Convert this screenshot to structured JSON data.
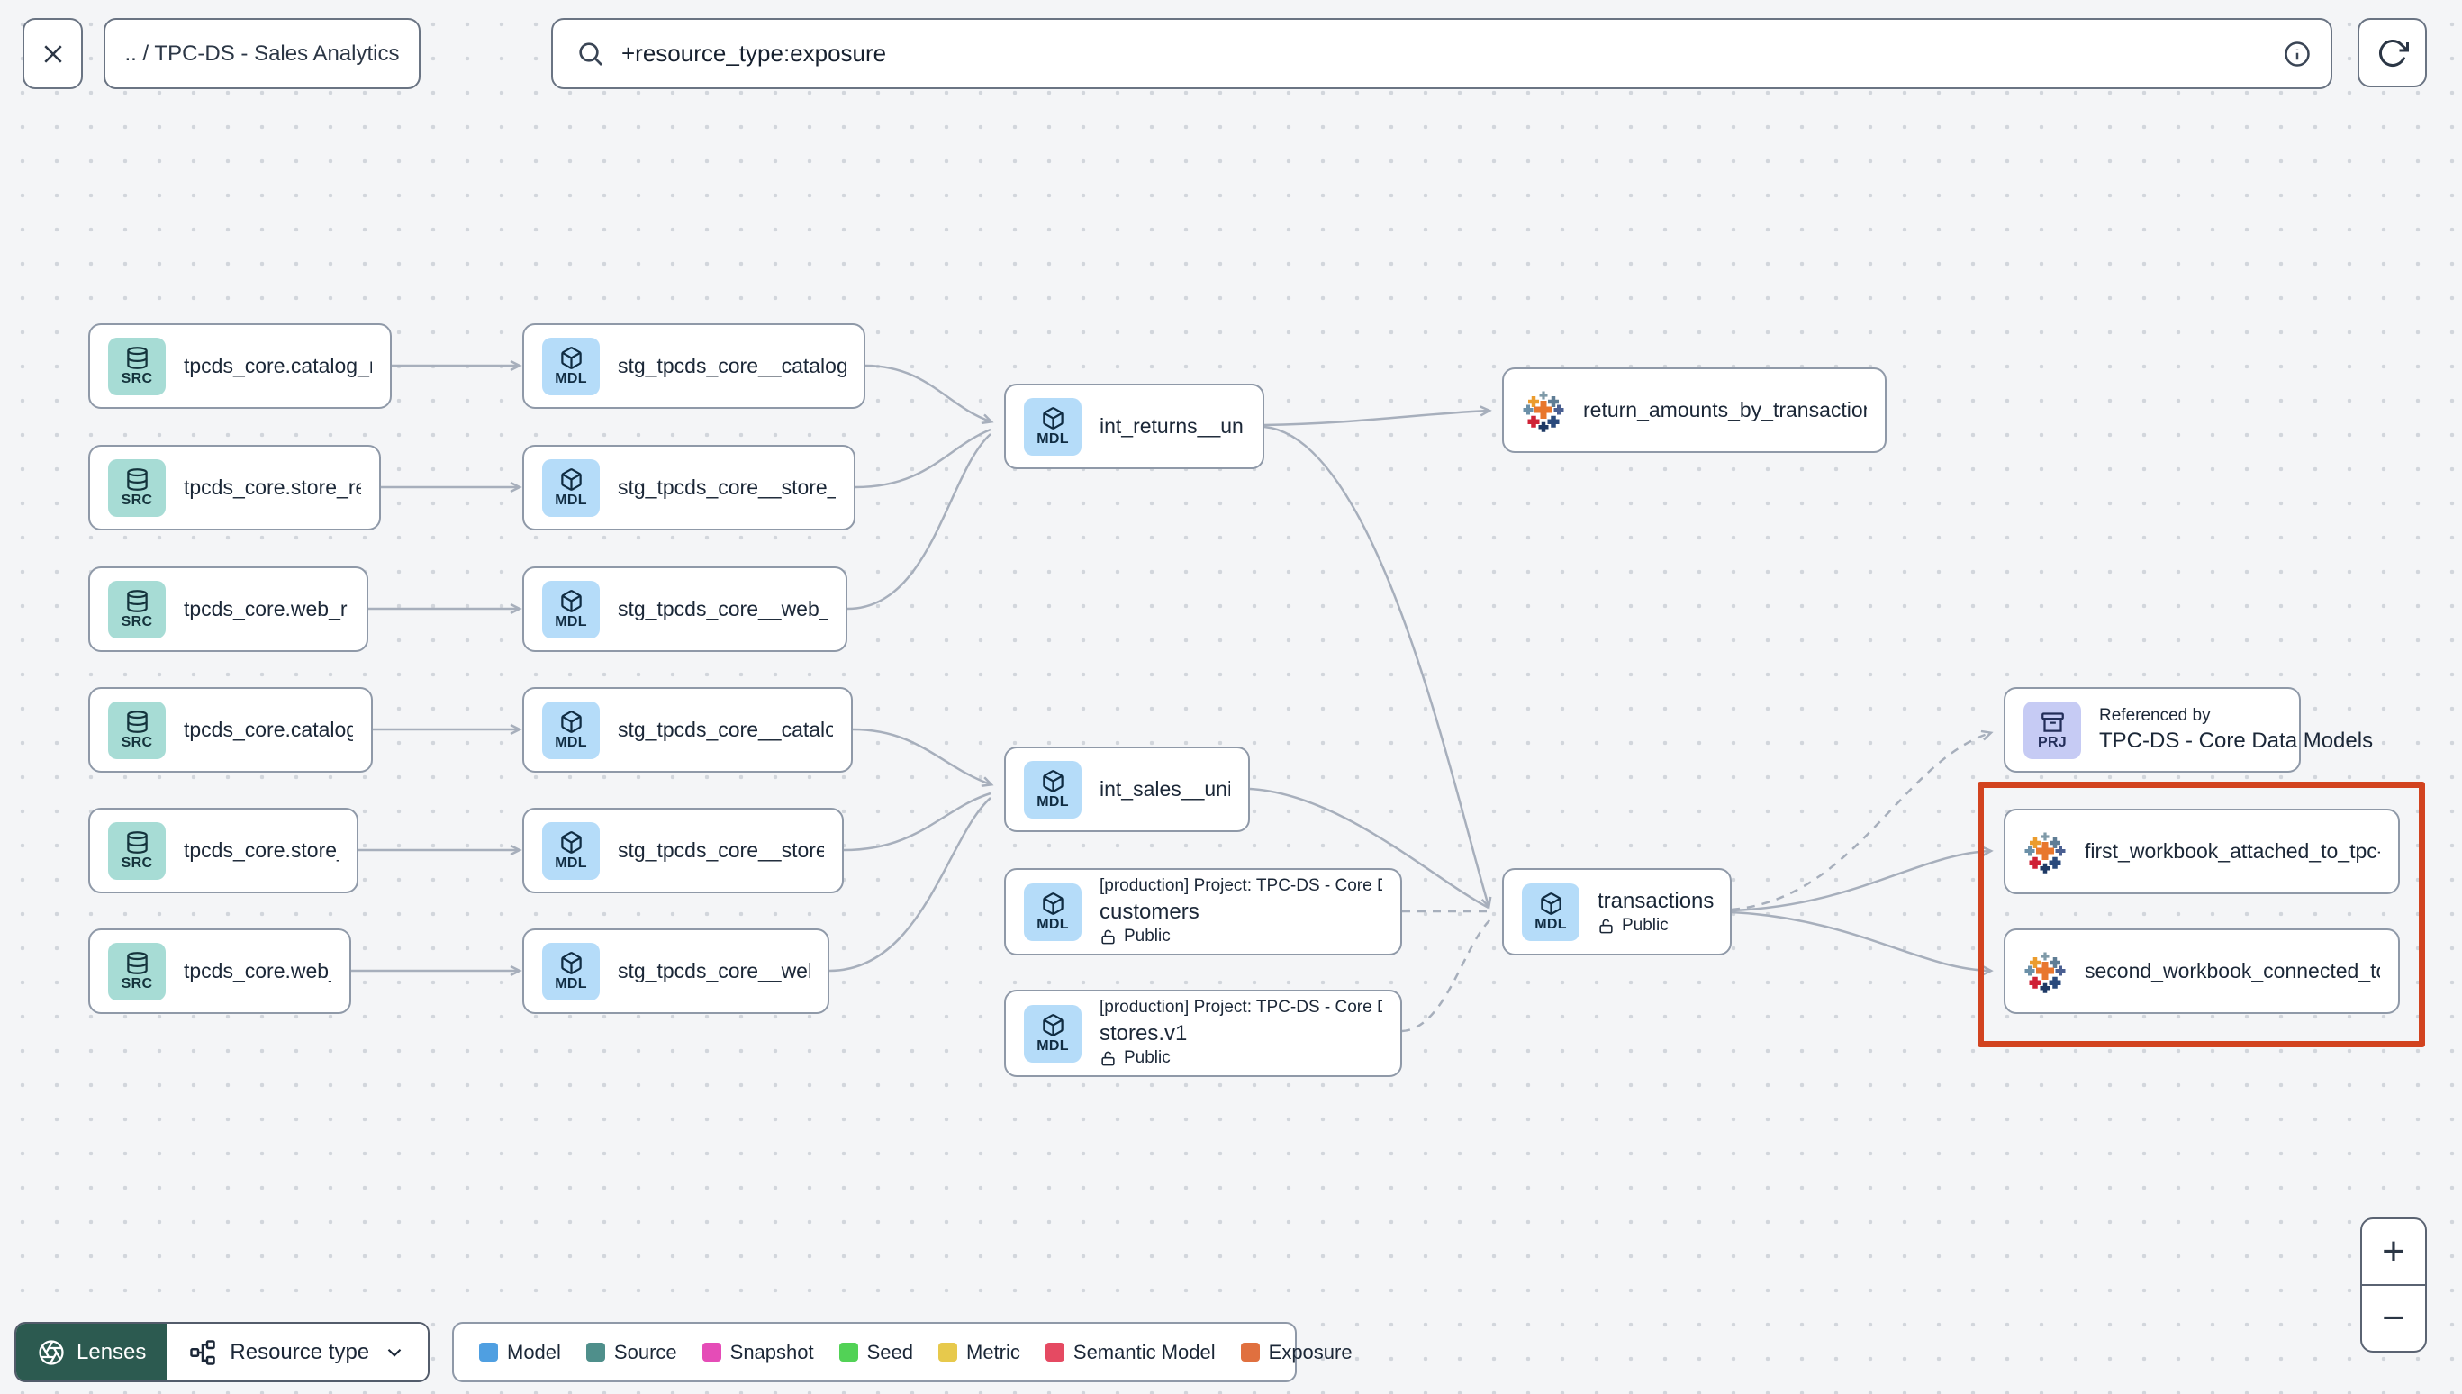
{
  "toolbar": {
    "breadcrumb": ".. / TPC-DS - Sales Analytics",
    "search_value": "+resource_type:exposure"
  },
  "badges": {
    "source": "SRC",
    "model": "MDL",
    "project": "PRJ"
  },
  "graph": {
    "sources": [
      {
        "label": "tpcds_core.catalog_returns"
      },
      {
        "label": "tpcds_core.store_returns"
      },
      {
        "label": "tpcds_core.web_returns"
      },
      {
        "label": "tpcds_core.catalog_sales"
      },
      {
        "label": "tpcds_core.store_sales"
      },
      {
        "label": "tpcds_core.web_sales"
      }
    ],
    "staging": [
      {
        "label": "stg_tpcds_core__catalog_returns"
      },
      {
        "label": "stg_tpcds_core__store_returns"
      },
      {
        "label": "stg_tpcds_core__web_returns"
      },
      {
        "label": "stg_tpcds_core__catalog_sales"
      },
      {
        "label": "stg_tpcds_core__store_sales"
      },
      {
        "label": "stg_tpcds_core__web_sales"
      }
    ],
    "int_returns": {
      "label": "int_returns__unioned"
    },
    "int_sales": {
      "label": "int_sales__unioned"
    },
    "customers": {
      "project": "[production] Project: TPC-DS - Core Data Mo…",
      "name": "customers",
      "access": "Public"
    },
    "stores": {
      "project": "[production] Project: TPC-DS - Core Data Mo…",
      "name": "stores.v1",
      "access": "Public"
    },
    "return_amounts": {
      "label": "return_amounts_by_transaction_type"
    },
    "transactions": {
      "name": "transactions",
      "access": "Public"
    },
    "referenced_by": {
      "title": "Referenced by",
      "name": "TPC-DS - Core Data Models"
    },
    "workbook1": {
      "label": "first_workbook_attached_to_tpc-ds_-_…"
    },
    "workbook2": {
      "label": "second_workbook_connected_to_live…"
    }
  },
  "legend": {
    "items": [
      {
        "label": "Model",
        "color": "#4f9fe1"
      },
      {
        "label": "Source",
        "color": "#4f8f8b"
      },
      {
        "label": "Snapshot",
        "color": "#e54cb7"
      },
      {
        "label": "Seed",
        "color": "#52d256"
      },
      {
        "label": "Metric",
        "color": "#e7c94c"
      },
      {
        "label": "Semantic Model",
        "color": "#e54a62"
      },
      {
        "label": "Exposure",
        "color": "#e0703f"
      }
    ]
  },
  "footer": {
    "lenses_label": "Lenses",
    "resource_type_label": "Resource type"
  },
  "zoom_controls": {
    "zoom_in": "+",
    "zoom_out": "−"
  },
  "colors": {
    "highlight": "#d2431f",
    "source_badge": "#a7dcd5",
    "model_badge": "#b5dcf9",
    "project_badge": "#c6cbf4",
    "edge": "#a7afbc"
  }
}
